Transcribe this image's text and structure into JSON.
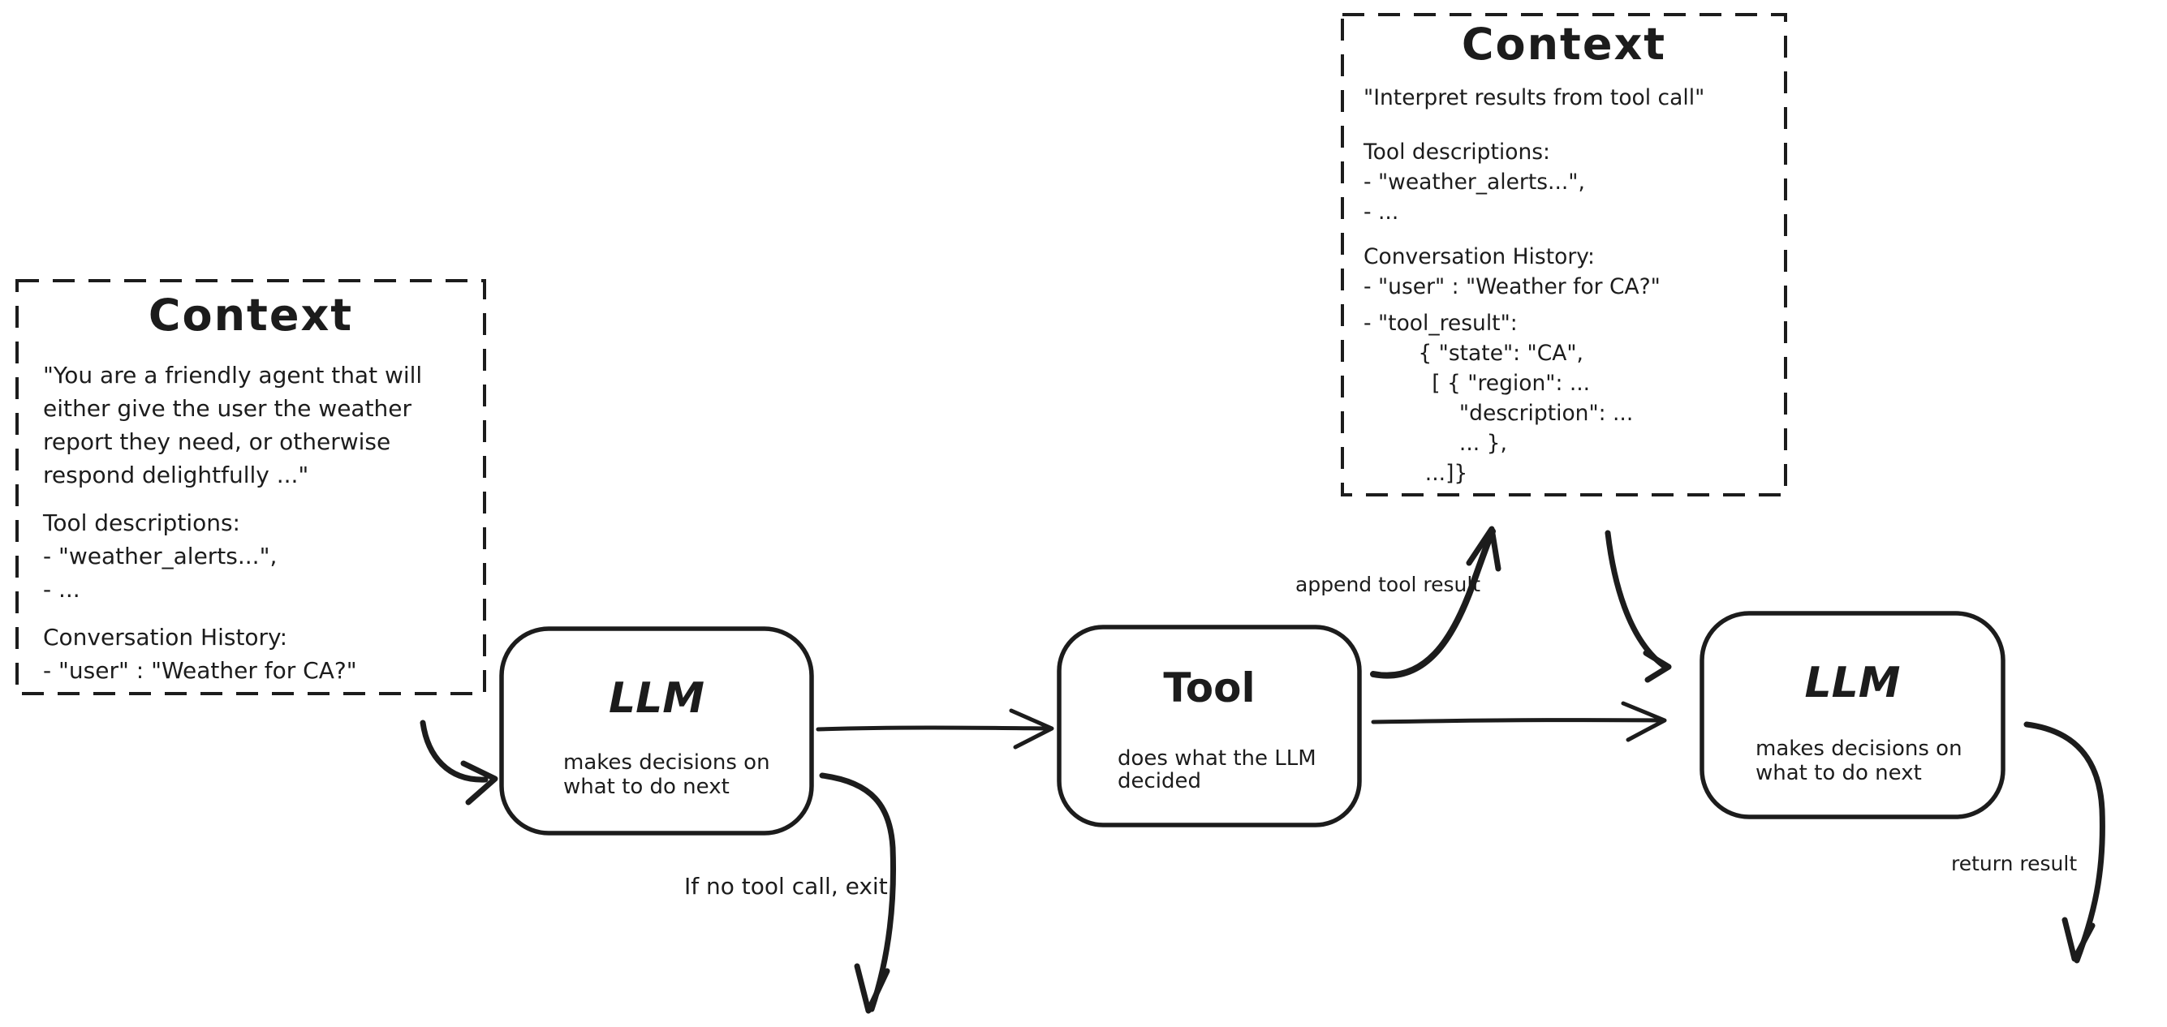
{
  "colors": {
    "ink": "#1c1c1c",
    "background": "#ffffff"
  },
  "context_left": {
    "title": "Context",
    "p1": [
      "\"You are a friendly agent that will",
      "either give the user the weather",
      "report they need, or otherwise",
      "respond delightfully ...\""
    ],
    "p2": [
      "Tool descriptions:",
      "- \"weather_alerts...\",",
      "- ..."
    ],
    "p3": [
      "Conversation History:",
      "- \"user\" : \"Weather for CA?\""
    ]
  },
  "context_right": {
    "title": "Context",
    "p1": [
      "\"Interpret results from tool call\""
    ],
    "p2": [
      "Tool descriptions:",
      "- \"weather_alerts...\",",
      "- ..."
    ],
    "p3": [
      "Conversation History:",
      "- \"user\" : \"Weather for CA?\""
    ],
    "p4": [
      "- \"tool_result\":",
      "        { \"state\": \"CA\",",
      "          [ { \"region\": ...",
      "              \"description\": ...",
      "              ... },",
      "         ...]}"
    ]
  },
  "nodes": {
    "llm1": {
      "title": "LLM",
      "subtitle": [
        "makes decisions on",
        "what to do next"
      ]
    },
    "tool": {
      "title": "Tool",
      "subtitle": [
        "does what the LLM",
        "decided"
      ]
    },
    "llm2": {
      "title": "LLM",
      "subtitle": [
        "makes decisions on",
        "what to do next"
      ]
    }
  },
  "edge_labels": {
    "append_tool_result": "append tool result",
    "if_no_tool_call": "If no tool call, exit",
    "return_result": "return result"
  }
}
